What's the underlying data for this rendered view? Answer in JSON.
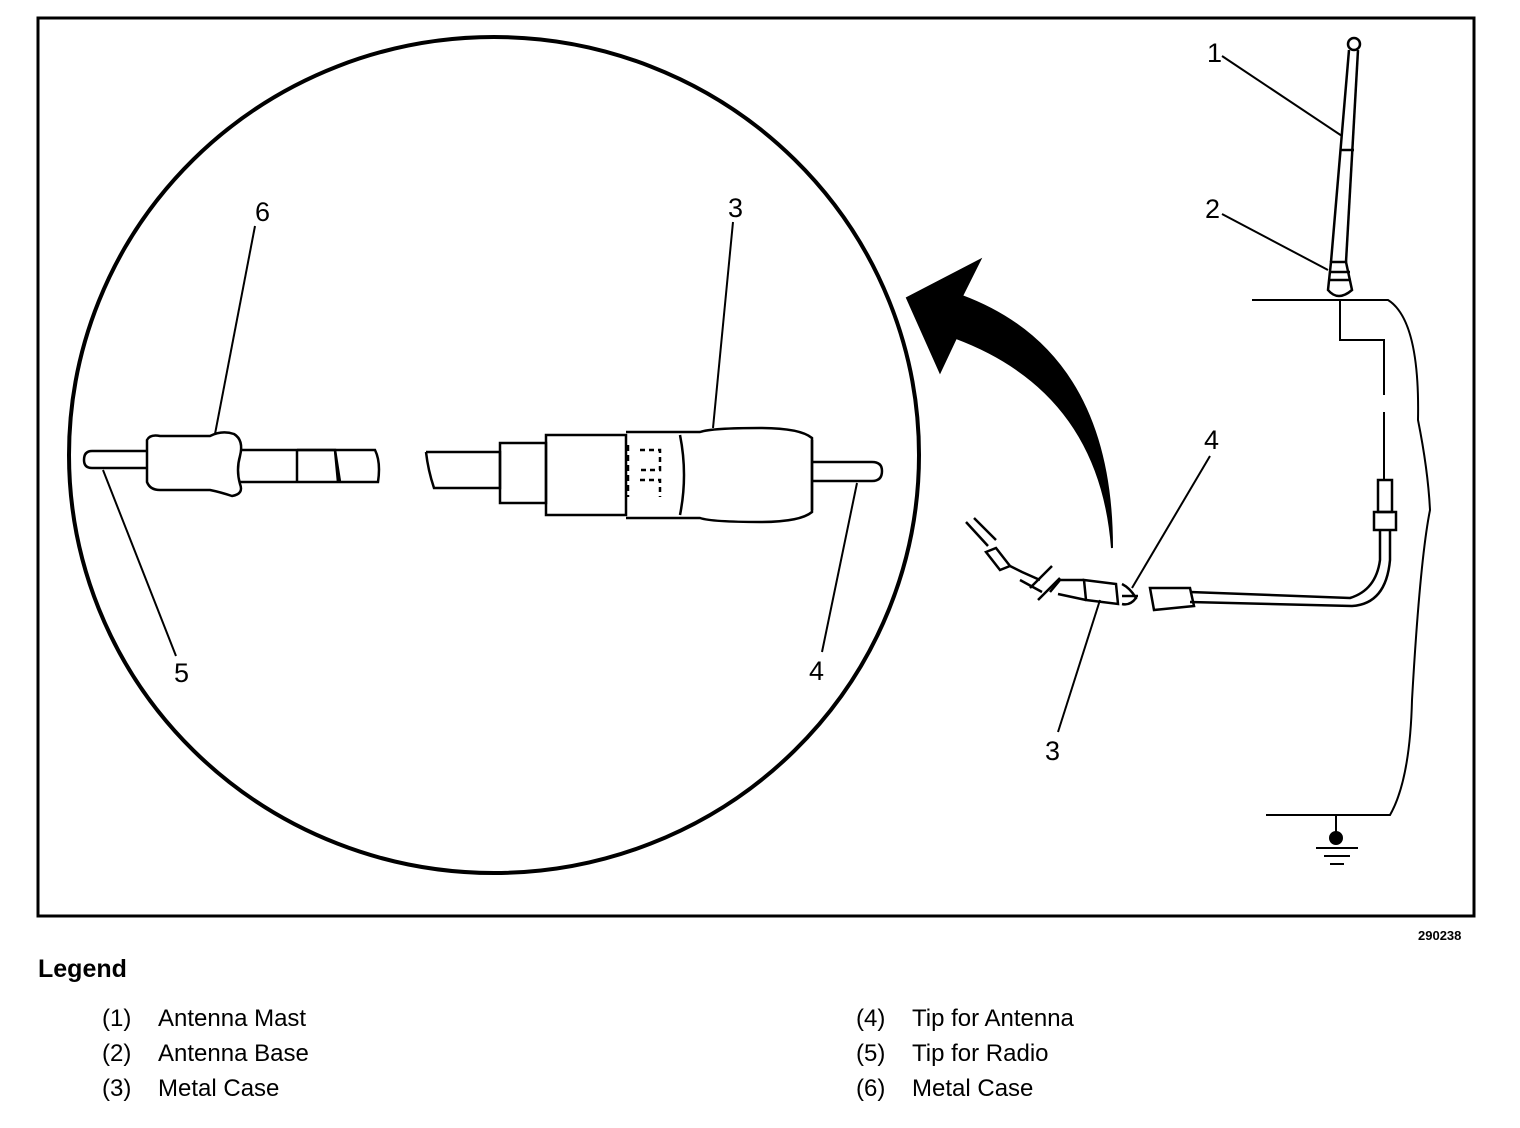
{
  "figure": {
    "number": "290238",
    "callouts": {
      "c1": "1",
      "c2": "2",
      "c3": "3",
      "c4": "4",
      "c5": "5",
      "c6": "6",
      "c3b": "3",
      "c4b": "4"
    }
  },
  "legend": {
    "title": "Legend",
    "items": [
      {
        "num": "(1)",
        "label": "Antenna Mast"
      },
      {
        "num": "(2)",
        "label": "Antenna Base"
      },
      {
        "num": "(3)",
        "label": "Metal Case"
      },
      {
        "num": "(4)",
        "label": "Tip for Antenna"
      },
      {
        "num": "(5)",
        "label": "Tip for Radio"
      },
      {
        "num": "(6)",
        "label": "Metal Case"
      }
    ]
  }
}
